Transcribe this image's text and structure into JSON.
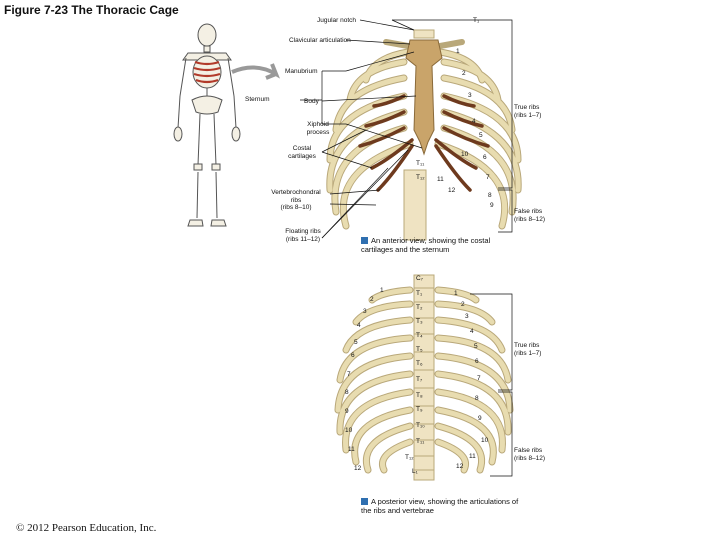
{
  "figure": {
    "title": "Figure 7-23 The Thoracic Cage",
    "copyright": "© 2012 Pearson Education, Inc."
  },
  "anterior_view": {
    "labels": {
      "jugular_notch": "Jugular notch",
      "t1": "T₁",
      "clavicular_articulation": "Clavicular articulation",
      "manubrium": "Manubrium",
      "sternum": "Sternum",
      "body": "Body",
      "xiphoid_process": "Xiphoid\nprocess",
      "costal_cartilages": "Costal\ncartilages",
      "vertebrochondral_ribs": "Vertebrochondral\nribs\n(ribs 8–10)",
      "floating_ribs": "Floating ribs\n(ribs 11–12)",
      "true_ribs": "True ribs\n(ribs 1–7)",
      "false_ribs": "False ribs\n(ribs 8–12)",
      "t11": "T₁₁",
      "t12": "T₁₂"
    },
    "rib_numbers": [
      "1",
      "2",
      "3",
      "4",
      "5",
      "6",
      "7",
      "8",
      "9",
      "10",
      "11",
      "12"
    ],
    "caption": "An anterior view, showing the costal cartilages and the sternum"
  },
  "posterior_view": {
    "labels": {
      "c7": "C₇",
      "t1": "T₁",
      "t2": "T₂",
      "t3": "T₃",
      "t4": "T₄",
      "t5": "T₅",
      "t6": "T₆",
      "t7": "T₇",
      "t8": "T₈",
      "t9": "T₉",
      "t10": "T₁₀",
      "t11": "T₁₁",
      "t12": "T₁₂",
      "l1": "L₁",
      "true_ribs": "True ribs\n(ribs 1–7)",
      "false_ribs": "False ribs\n(ribs 8–12)"
    },
    "rib_numbers": [
      "1",
      "2",
      "3",
      "4",
      "5",
      "6",
      "7",
      "8",
      "9",
      "10",
      "11",
      "12"
    ],
    "caption": "A posterior view, showing the articulations of the ribs and vertebrae"
  },
  "colors": {
    "bone": "#e8dcb0",
    "bone_shade": "#b9a87a",
    "sternum": "#c9a46a",
    "cartilage": "#6e3a1e",
    "vertebra": "#efe3c2",
    "skeleton_outline": "#555555",
    "thorax_highlight": "#b23a2a",
    "caption_box": "#2f6fb0"
  }
}
